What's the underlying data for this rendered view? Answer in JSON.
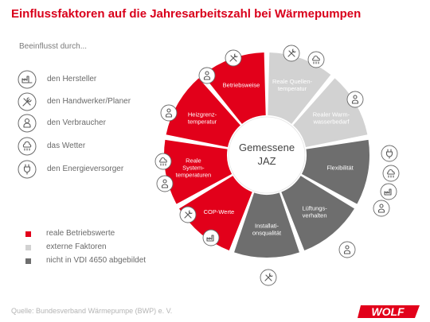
{
  "title": "Einflussfaktoren auf die Jahresarbeitszahl bei Wärmepumpen",
  "influence_heading": "Beeinflusst durch...",
  "influencers": [
    {
      "label": "den Hersteller",
      "icon": "factory-icon"
    },
    {
      "label": "den Handwerker/Planer",
      "icon": "wrench-screwdriver-icon"
    },
    {
      "label": "den Verbraucher",
      "icon": "person-icon"
    },
    {
      "label": "das Wetter",
      "icon": "cloud-weather-icon"
    },
    {
      "label": "den Energieversorger",
      "icon": "plug-icon"
    }
  ],
  "center": {
    "line1": "Gemessene",
    "line2": "JAZ"
  },
  "segments": [
    {
      "lines": [
        "Betriebsweise"
      ],
      "category": "real"
    },
    {
      "lines": [
        "Reale Quellen-",
        "temperatur"
      ],
      "category": "external"
    },
    {
      "lines": [
        "Realer Warm-",
        "wasserbedarf"
      ],
      "category": "external"
    },
    {
      "lines": [
        "Flexibilität"
      ],
      "category": "not_vdi"
    },
    {
      "lines": [
        "Lüftungs-",
        "verhalten"
      ],
      "category": "not_vdi"
    },
    {
      "lines": [
        "Installati-",
        "onsqualität"
      ],
      "category": "not_vdi"
    },
    {
      "lines": [
        "COP-Werte"
      ],
      "category": "real"
    },
    {
      "lines": [
        "Reale",
        "System-",
        "temperaturen"
      ],
      "category": "real"
    },
    {
      "lines": [
        "Heizgrenz-",
        "temperatur"
      ],
      "category": "real"
    }
  ],
  "legend": [
    {
      "label": "reale Betriebswerte",
      "color": "#e2001a"
    },
    {
      "label": "externe Faktoren",
      "color": "#d2d2d2"
    },
    {
      "label": "nicht in VDI 4650 abgebildet",
      "color": "#6e6e6e"
    }
  ],
  "colors": {
    "real": "#e2001a",
    "external": "#d2d2d2",
    "not_vdi": "#6e6e6e",
    "title": "#d9001b"
  },
  "source": "Quelle: Bundesverband Wärmepumpe (BWP) e. V.",
  "logo_text": "WOLF"
}
